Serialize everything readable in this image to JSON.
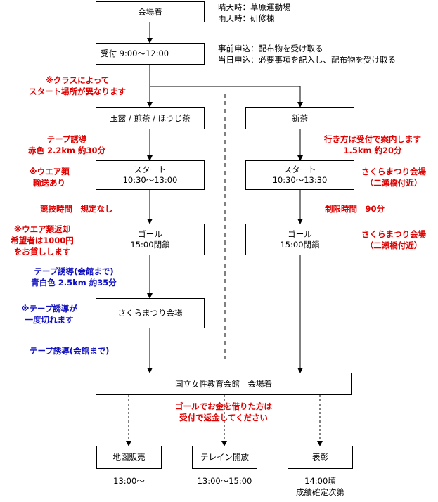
{
  "colors": {
    "red": "#e00000",
    "blue": "#1010c0",
    "line": "#000000"
  },
  "boxes": {
    "arrival": "会場着",
    "reception": "受付 9:00～12:00",
    "class_left": "玉露 / 煎茶 / ほうじ茶",
    "class_right": "新茶",
    "start_left": [
      "スタート",
      "10:30～13:00"
    ],
    "start_right": [
      "スタート",
      "10:30～13:30"
    ],
    "goal_left": [
      "ゴール",
      "15:00閉鎖"
    ],
    "goal_right": [
      "ゴール",
      "15:00閉鎖"
    ],
    "sakura": "さくらまつり会場",
    "hall": "国立女性教育会館　会場着",
    "map_sales": "地図販売",
    "trail_open": "テレイン開放",
    "award": "表彰"
  },
  "notes": {
    "weather_sunny": "晴天時：草原運動場",
    "weather_rain": "雨天時：研修棟",
    "pre_registration": "事前申込：配布物を受け取る",
    "same_day": "当日申込：必要事項を記入し、配布物を受け取る",
    "class_start": [
      "※クラスによって",
      "スタート場所が異なります"
    ],
    "tape_red": [
      "テープ誘導",
      "赤色 2.2km 約30分"
    ],
    "wear_transport": [
      "※ウエア類",
      "輸送あり"
    ],
    "competition_time": "競技時間　規定なし",
    "wear_return": [
      "※ウエア類返却",
      "希望者は1000円",
      "をお貸しします"
    ],
    "tape_bluewhite": [
      "テープ誘導(会館まで)",
      "青白色 2.5km 約35分"
    ],
    "tape_break": [
      "※テープ誘導が",
      "一度切れます"
    ],
    "tape_hall": "テープ誘導(会館まで)",
    "guide_reception": [
      "行き方は受付で案内します",
      "1.5km 約20分"
    ],
    "sakura_start": [
      "さくらまつり会場",
      "（二瀬橋付近）"
    ],
    "time_limit": "制限時間　90分",
    "sakura_goal": [
      "さくらまつり会場",
      "（二瀬橋付近）"
    ],
    "refund": [
      "ゴールでお金を借りた方は",
      "受付で返金してください"
    ],
    "map_time": "13:00～",
    "trail_time": "13:00～15:00",
    "award_time": [
      "14:00頃",
      "成績確定次第"
    ]
  }
}
